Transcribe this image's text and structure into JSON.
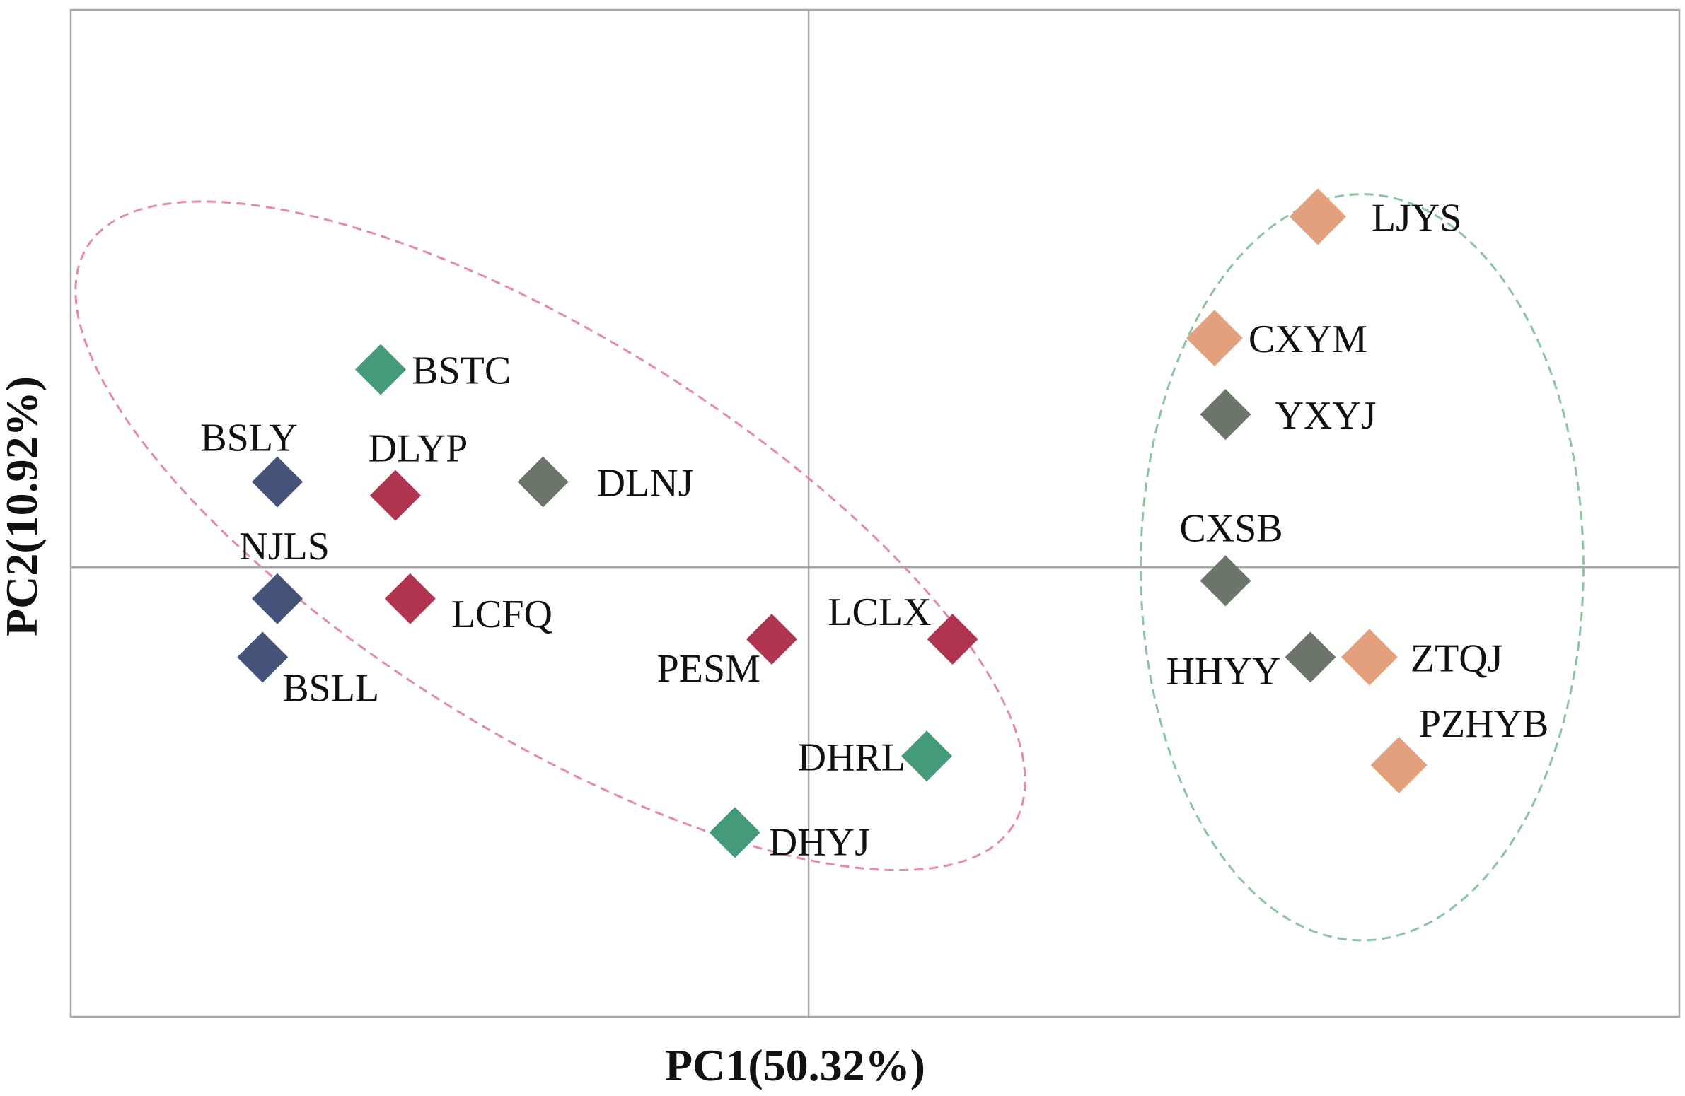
{
  "chart_data": {
    "type": "scatter",
    "title": "",
    "xlabel": "PC1(50.32%)",
    "ylabel": "PC2(10.92%)",
    "xlim": [
      -1.0,
      1.18
    ],
    "ylim": [
      -1.0,
      1.24
    ],
    "grid": false,
    "zero_lines": true,
    "colors": {
      "blue": "#45527a",
      "red": "#b0344f",
      "green": "#459a79",
      "gray": "#6b756a",
      "orange": "#e3a07d",
      "ellipse_left": "#e58aa8",
      "ellipse_right": "#8cc3a0"
    },
    "points": [
      {
        "label": "BSTC",
        "x": -0.58,
        "y": 0.44,
        "color": "green"
      },
      {
        "label": "BSLY",
        "x": -0.72,
        "y": 0.19,
        "color": "blue"
      },
      {
        "label": "DLYP",
        "x": -0.56,
        "y": 0.16,
        "color": "red"
      },
      {
        "label": "DLNJ",
        "x": -0.36,
        "y": 0.19,
        "color": "gray"
      },
      {
        "label": "NJLS",
        "x": -0.72,
        "y": -0.07,
        "color": "blue"
      },
      {
        "label": "LCFQ",
        "x": -0.54,
        "y": -0.07,
        "color": "red"
      },
      {
        "label": "BSLL",
        "x": -0.74,
        "y": -0.2,
        "color": "blue"
      },
      {
        "label": "PESM",
        "x": -0.05,
        "y": -0.16,
        "color": "red"
      },
      {
        "label": "LCLX",
        "x": 0.195,
        "y": -0.16,
        "color": "red"
      },
      {
        "label": "DHRL",
        "x": 0.16,
        "y": -0.42,
        "color": "green"
      },
      {
        "label": "DHYJ",
        "x": -0.1,
        "y": -0.59,
        "color": "green"
      },
      {
        "label": "LJYS",
        "x": 0.69,
        "y": 0.78,
        "color": "orange"
      },
      {
        "label": "CXYM",
        "x": 0.55,
        "y": 0.51,
        "color": "orange"
      },
      {
        "label": "YXYJ",
        "x": 0.565,
        "y": 0.34,
        "color": "gray"
      },
      {
        "label": "CXSB",
        "x": 0.565,
        "y": -0.03,
        "color": "gray"
      },
      {
        "label": "HHYY",
        "x": 0.68,
        "y": -0.2,
        "color": "gray"
      },
      {
        "label": "ZTQJ",
        "x": 0.76,
        "y": -0.2,
        "color": "orange"
      },
      {
        "label": "PZHYB",
        "x": 0.8,
        "y": -0.44,
        "color": "orange"
      }
    ],
    "ellipses": [
      {
        "cx": -0.35,
        "cy": 0.07,
        "rx": 0.74,
        "ry": 0.44,
        "angle_deg": 32,
        "color": "ellipse_left"
      },
      {
        "cx": 0.75,
        "cy": 0.0,
        "rx": 0.3,
        "ry": 0.83,
        "angle_deg": 0,
        "color": "ellipse_right"
      }
    ]
  }
}
